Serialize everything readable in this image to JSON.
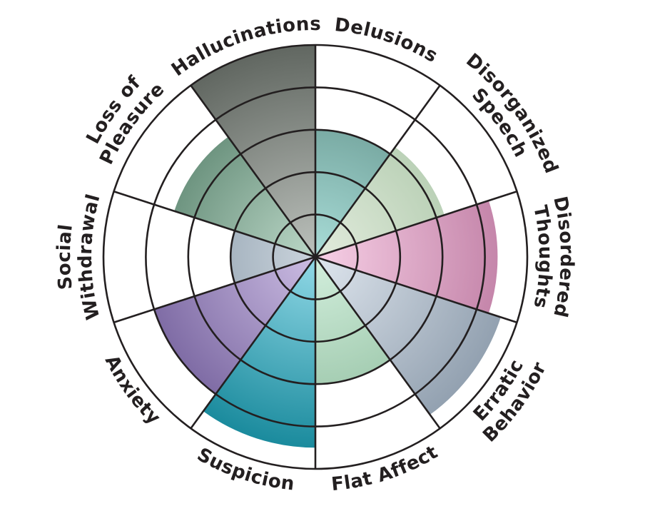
{
  "chart_data": {
    "type": "polar-area",
    "title": "",
    "rings": 5,
    "max_value": 5,
    "start": "top",
    "direction": "clockwise",
    "grid": true,
    "categories": [
      "Delusions",
      "Disorganized Speech",
      "Disordered Thoughts",
      "Erratic Behavior",
      "Flat Affect",
      "Suspicion",
      "Anxiety",
      "Social Withdrawal",
      "Loss of Pleasure",
      "Hallucinations"
    ],
    "label_lines": [
      [
        "Delusions"
      ],
      [
        "Disorganized",
        "Speech"
      ],
      [
        "Disordered",
        "Thoughts"
      ],
      [
        "Erratic",
        "Behavior"
      ],
      [
        "Flat Affect"
      ],
      [
        "Suspicion"
      ],
      [
        "Anxiety"
      ],
      [
        "Social",
        "Withdrawal"
      ],
      [
        "Loss of",
        "Pleasure"
      ],
      [
        "Hallucinations"
      ]
    ],
    "values": [
      3,
      3.2,
      4.3,
      4.6,
      3,
      4.5,
      4,
      2,
      3.5,
      5
    ],
    "colors": [
      {
        "inner": "#a9ddd8",
        "outer": "#5b8a82"
      },
      {
        "inner": "#e2ecdd",
        "outer": "#a5c2a2"
      },
      {
        "inner": "#f7d0e6",
        "outer": "#bd7aa1"
      },
      {
        "inner": "#dfe6ee",
        "outer": "#8c9bab"
      },
      {
        "inner": "#d3efdd",
        "outer": "#88b898"
      },
      {
        "inner": "#92d9e7",
        "outer": "#0d8295"
      },
      {
        "inner": "#ccbde3",
        "outer": "#6c5896"
      },
      {
        "inner": "#cbd4dc",
        "outer": "#728799"
      },
      {
        "inner": "#bcd8c8",
        "outer": "#4d7862"
      },
      {
        "inner": "#bcc1bc",
        "outer": "#616761"
      }
    ]
  }
}
